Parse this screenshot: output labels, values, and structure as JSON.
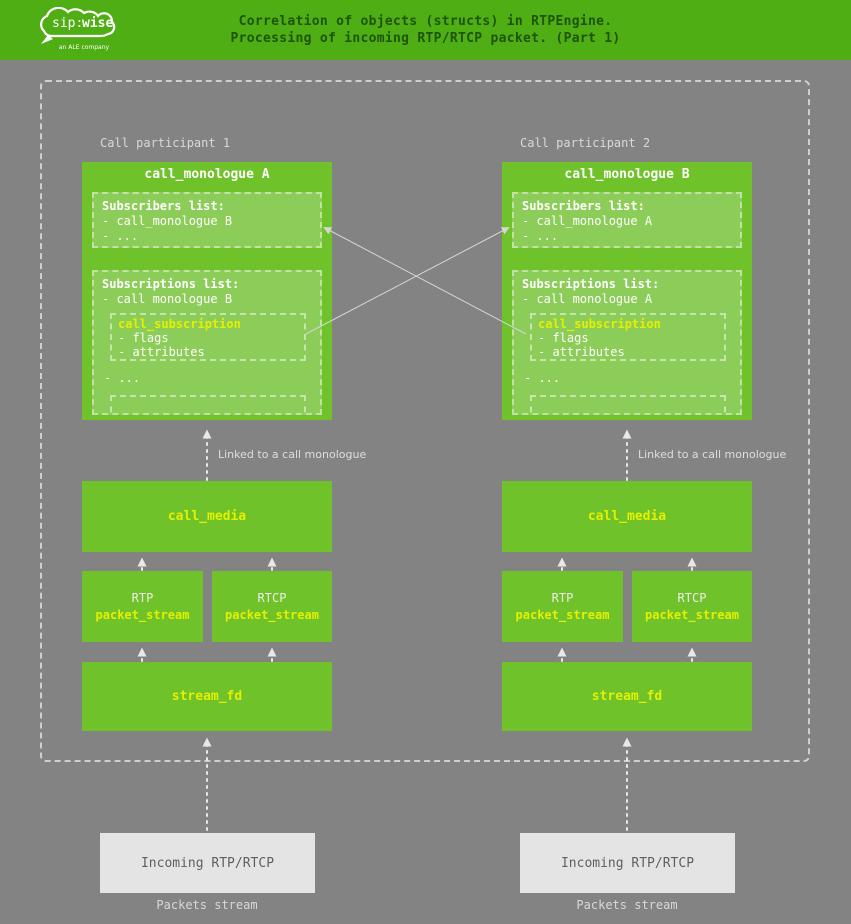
{
  "header": {
    "logo": {
      "brand_prefix": "sip:",
      "brand_suffix": "wise",
      "subtext": "an ALE company"
    },
    "title_line1": "Correlation of objects (structs) in RTPEngine.",
    "title_line2": "Processing of incoming RTP/RTCP packet. (Part 1)"
  },
  "colors": {
    "header_green": "#4fae14",
    "box_green": "#6fc22a",
    "inner_green": "#8ccc58",
    "accent_yellow": "#e4f000",
    "background_gray": "#838383",
    "incoming_box_gray": "#e4e4e4",
    "dashed_border_gray": "#cfcfcf"
  },
  "participants": [
    {
      "label": "Call participant 1",
      "monologue": {
        "title": "call_monologue A",
        "subscribers": {
          "title": "Subscribers list:",
          "items": [
            "- call_monologue B",
            "- ..."
          ]
        },
        "subscriptions": {
          "title": "Subscriptions list:",
          "item": "- call monologue B",
          "subscription": {
            "title": "call_subscription",
            "items": [
              "- flags",
              "- attributes"
            ]
          },
          "more": "- ..."
        }
      },
      "linked_label": "Linked to a call monologue",
      "call_media": "call_media",
      "streams": [
        {
          "proto": "RTP",
          "name": "packet_stream"
        },
        {
          "proto": "RTCP",
          "name": "packet_stream"
        }
      ],
      "stream_fd": "stream_fd",
      "incoming": "Incoming RTP/RTCP",
      "packets_label": "Packets stream"
    },
    {
      "label": "Call participant 2",
      "monologue": {
        "title": "call_monologue B",
        "subscribers": {
          "title": "Subscribers list:",
          "items": [
            "- call_monologue A",
            "- ..."
          ]
        },
        "subscriptions": {
          "title": "Subscriptions list:",
          "item": "- call monologue A",
          "subscription": {
            "title": "call_subscription",
            "items": [
              "- flags",
              "- attributes"
            ]
          },
          "more": "- ..."
        }
      },
      "linked_label": "Linked to a call monologue",
      "call_media": "call_media",
      "streams": [
        {
          "proto": "RTP",
          "name": "packet_stream"
        },
        {
          "proto": "RTCP",
          "name": "packet_stream"
        }
      ],
      "stream_fd": "stream_fd",
      "incoming": "Incoming RTP/RTCP",
      "packets_label": "Packets stream"
    }
  ]
}
